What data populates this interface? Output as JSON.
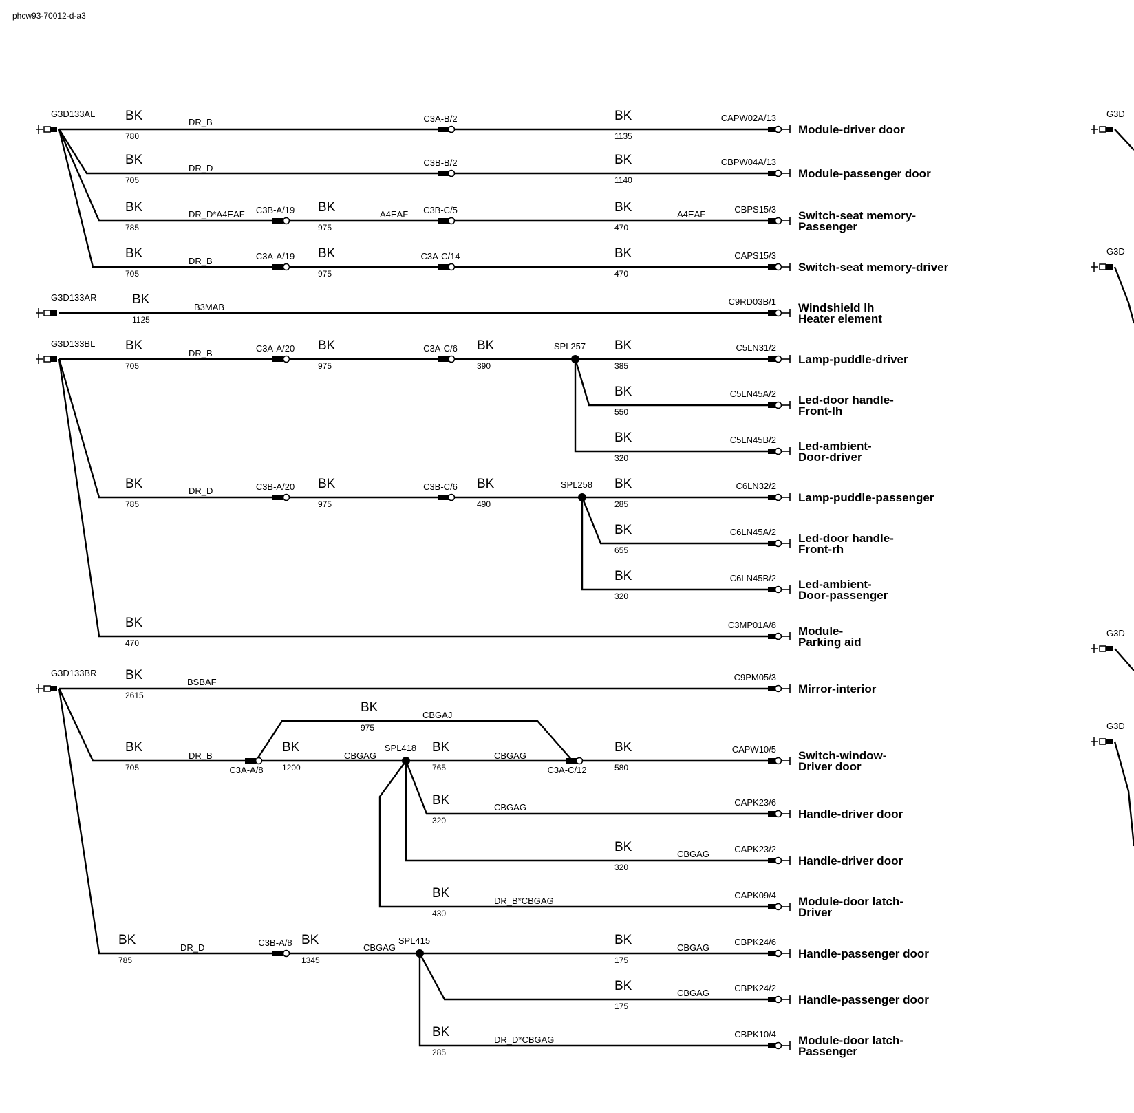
{
  "header": "phcw93-70012-d-a3",
  "grounds": [
    {
      "id": "g1",
      "label": "G3D133AL"
    },
    {
      "id": "g2",
      "label": "G3D133AR"
    },
    {
      "id": "g3",
      "label": "G3D133BL"
    },
    {
      "id": "g4",
      "label": "G3D133BR"
    },
    {
      "id": "r1",
      "label": "G3D"
    },
    {
      "id": "r2",
      "label": "G3D"
    },
    {
      "id": "r3",
      "label": "G3D"
    },
    {
      "id": "r4",
      "label": "G3D"
    }
  ],
  "splices": [
    "SPL257",
    "SPL258",
    "SPL418",
    "SPL415"
  ],
  "wire_color": "BK",
  "circuit_labels": [
    "DR_B",
    "DR_D",
    "DR_D*A4EAF",
    "A4EAF",
    "B3MAB",
    "BSBAF",
    "CBGAJ",
    "CBGAG",
    "DR_B*CBGAG",
    "DR_D*CBGAG"
  ],
  "inline_connectors": [
    "C3A-B/2",
    "C3B-B/2",
    "C3B-A/19",
    "C3B-C/5",
    "C3A-A/19",
    "C3A-C/14",
    "C3A-A/20",
    "C3A-C/6",
    "C3B-A/20",
    "C3B-C/6",
    "C3A-A/8",
    "C3A-C/12",
    "C3B-A/8"
  ],
  "lengths": [
    "780",
    "1135",
    "705",
    "1140",
    "785",
    "975",
    "470",
    "705",
    "975",
    "470",
    "1125",
    "705",
    "975",
    "390",
    "385",
    "550",
    "320",
    "785",
    "975",
    "490",
    "285",
    "655",
    "320",
    "470",
    "2615",
    "975",
    "705",
    "1200",
    "765",
    "580",
    "320",
    "320",
    "430",
    "785",
    "1345",
    "175",
    "175",
    "285"
  ],
  "terminals": [
    {
      "conn": "CAPW02A/13",
      "name": [
        "Module-driver door"
      ]
    },
    {
      "conn": "CBPW04A/13",
      "name": [
        "Module-passenger door"
      ]
    },
    {
      "conn": "CBPS15/3",
      "name": [
        "Switch-seat memory-",
        "Passenger"
      ]
    },
    {
      "conn": "CAPS15/3",
      "name": [
        "Switch-seat memory-driver"
      ]
    },
    {
      "conn": "C9RD03B/1",
      "name": [
        "Windshield lh",
        "Heater element"
      ]
    },
    {
      "conn": "C5LN31/2",
      "name": [
        "Lamp-puddle-driver"
      ]
    },
    {
      "conn": "C5LN45A/2",
      "name": [
        "Led-door handle-",
        "Front-lh"
      ]
    },
    {
      "conn": "C5LN45B/2",
      "name": [
        "Led-ambient-",
        "Door-driver"
      ]
    },
    {
      "conn": "C6LN32/2",
      "name": [
        "Lamp-puddle-passenger"
      ]
    },
    {
      "conn": "C6LN45A/2",
      "name": [
        "Led-door handle-",
        "Front-rh"
      ]
    },
    {
      "conn": "C6LN45B/2",
      "name": [
        "Led-ambient-",
        "Door-passenger"
      ]
    },
    {
      "conn": "C3MP01A/8",
      "name": [
        "Module-",
        "Parking aid"
      ]
    },
    {
      "conn": "C9PM05/3",
      "name": [
        "Mirror-interior"
      ]
    },
    {
      "conn": "CAPW10/5",
      "name": [
        "Switch-window-",
        "Driver door"
      ]
    },
    {
      "conn": "CAPK23/6",
      "name": [
        "Handle-driver door"
      ]
    },
    {
      "conn": "CAPK23/2",
      "name": [
        "Handle-driver door"
      ]
    },
    {
      "conn": "CAPK09/4",
      "name": [
        "Module-door latch-",
        "Driver"
      ]
    },
    {
      "conn": "CBPK24/6",
      "name": [
        "Handle-passenger door"
      ]
    },
    {
      "conn": "CBPK24/2",
      "name": [
        "Handle-passenger door"
      ]
    },
    {
      "conn": "CBPK10/4",
      "name": [
        "Module-door latch-",
        "Passenger"
      ]
    }
  ]
}
